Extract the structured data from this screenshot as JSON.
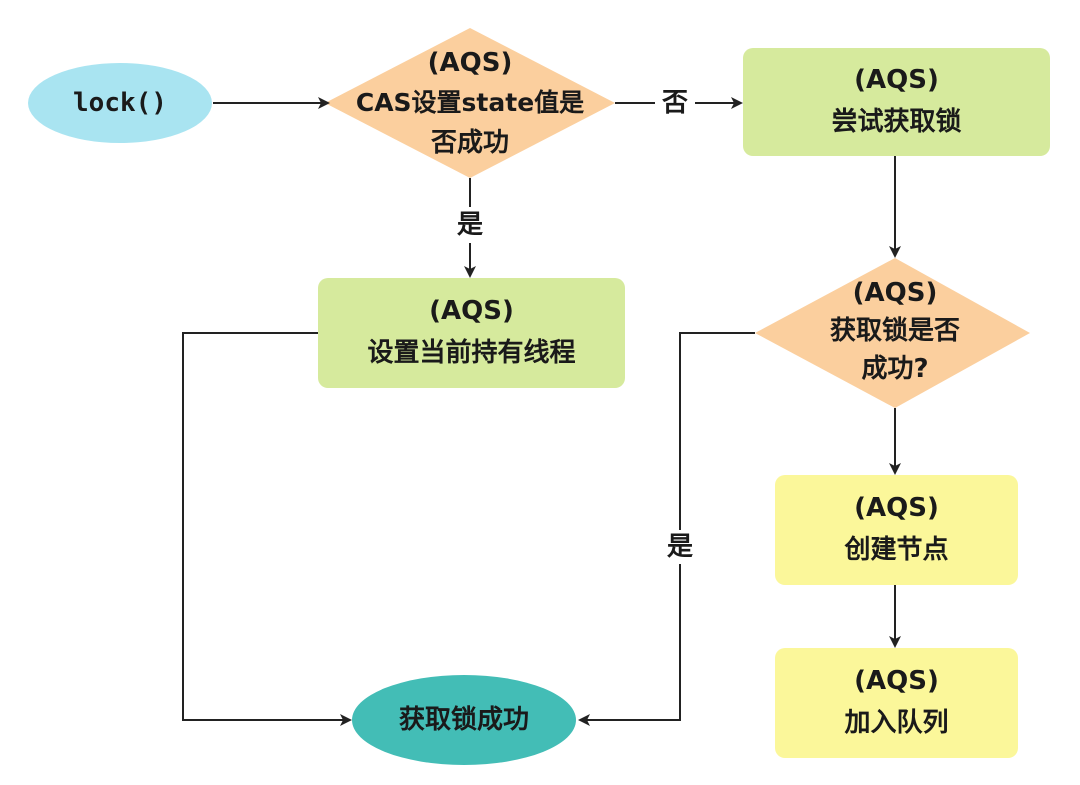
{
  "nodes": {
    "lock": {
      "text": "lock()"
    },
    "cas": {
      "line1": "(AQS)",
      "line2": "CAS设置state值是",
      "line3": "否成功"
    },
    "try_acquire": {
      "line1": "(AQS)",
      "line2": "尝试获取锁"
    },
    "set_owner": {
      "line1": "(AQS)",
      "line2": "设置当前持有线程"
    },
    "acquire_check": {
      "line1": "(AQS)",
      "line2": "获取锁是否",
      "line3": "成功?"
    },
    "create_node": {
      "line1": "(AQS)",
      "line2": "创建节点"
    },
    "enqueue": {
      "line1": "(AQS)",
      "line2": "加入队列"
    },
    "success": {
      "text": "获取锁成功"
    }
  },
  "edges": {
    "cas_no": "否",
    "cas_yes": "是",
    "check_yes": "是"
  },
  "colors": {
    "oval": "#a9e4f1",
    "diamond": "#fbcf9e",
    "green_box": "#d6ea9d",
    "yellow_box": "#fbf79a",
    "teal_oval": "#43bdb6",
    "line": "#222222"
  }
}
